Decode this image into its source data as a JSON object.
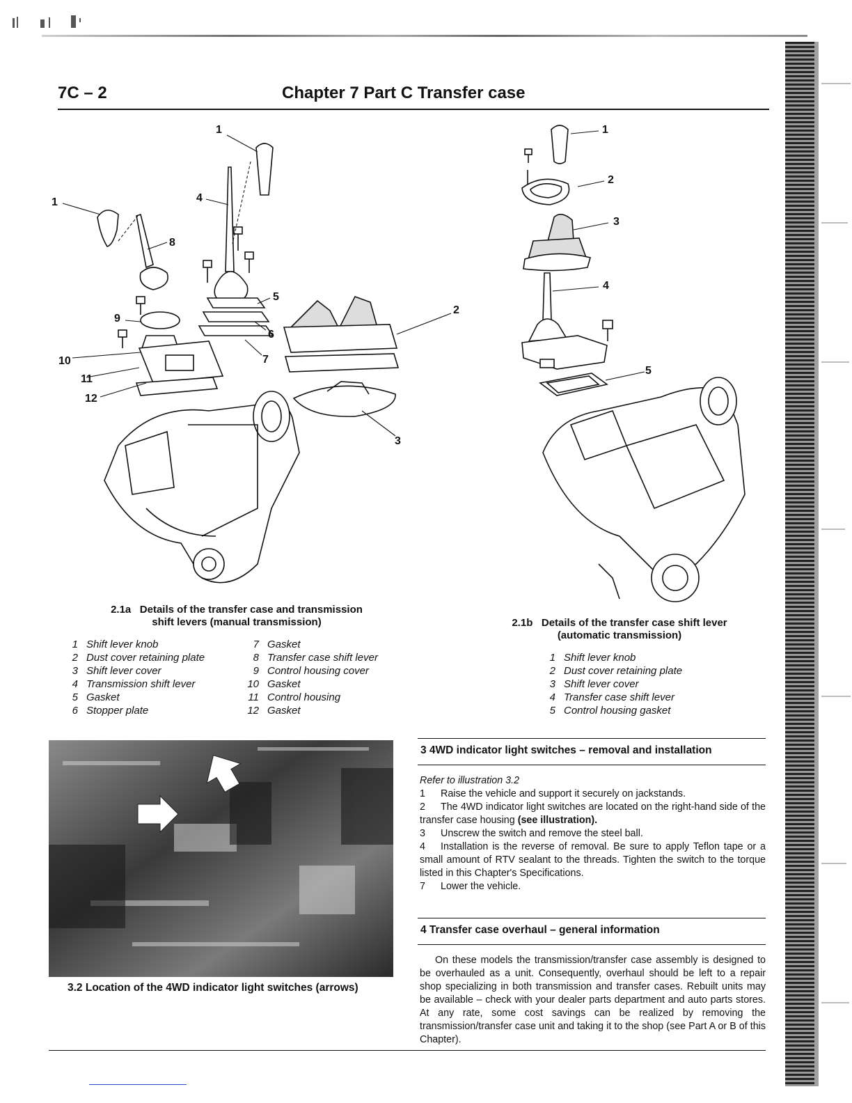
{
  "header": {
    "page_number": "7C – 2",
    "chapter_title": "Chapter 7  Part C   Transfer case"
  },
  "figure_2_1a": {
    "callouts": [
      "1",
      "1",
      "4",
      "8",
      "2",
      "5",
      "9",
      "6",
      "7",
      "10",
      "11",
      "12",
      "3"
    ],
    "caption_number": "2.1a",
    "caption_line1": "Details of the transfer case and transmission",
    "caption_line2": "shift levers (manual transmission)",
    "legend_left": [
      {
        "n": "1",
        "label": "Shift lever knob"
      },
      {
        "n": "2",
        "label": "Dust cover retaining plate"
      },
      {
        "n": "3",
        "label": "Shift lever cover"
      },
      {
        "n": "4",
        "label": "Transmission shift lever"
      },
      {
        "n": "5",
        "label": "Gasket"
      },
      {
        "n": "6",
        "label": "Stopper plate"
      }
    ],
    "legend_right": [
      {
        "n": "7",
        "label": "Gasket"
      },
      {
        "n": "8",
        "label": "Transfer case shift lever"
      },
      {
        "n": "9",
        "label": "Control housing cover"
      },
      {
        "n": "10",
        "label": "Gasket"
      },
      {
        "n": "11",
        "label": "Control housing"
      },
      {
        "n": "12",
        "label": "Gasket"
      }
    ]
  },
  "figure_2_1b": {
    "callouts": [
      "1",
      "2",
      "3",
      "4",
      "5"
    ],
    "caption_number": "2.1b",
    "caption_line1": "Details of the transfer case shift lever",
    "caption_line2": "(automatic transmission)",
    "legend": [
      {
        "n": "1",
        "label": "Shift lever knob"
      },
      {
        "n": "2",
        "label": "Dust cover retaining plate"
      },
      {
        "n": "3",
        "label": "Shift lever cover"
      },
      {
        "n": "4",
        "label": "Transfer case shift lever"
      },
      {
        "n": "5",
        "label": "Control housing gasket"
      }
    ]
  },
  "figure_3_2": {
    "caption": "3.2   Location of the 4WD indicator light switches (arrows)"
  },
  "section3": {
    "heading": "3     4WD indicator light switches – removal and installation",
    "intro": "Refer to illustration 3.2",
    "steps": [
      {
        "n": "1",
        "text": "Raise the vehicle and support it securely on jackstands."
      },
      {
        "n": "2",
        "text": "The 4WD indicator light switches are located on the right-hand side of the transfer case housing",
        "bold_tail": "(see illustration)."
      },
      {
        "n": "3",
        "text": "Unscrew the switch and remove the steel ball."
      },
      {
        "n": "4",
        "text": "Installation is the reverse of removal. Be sure to apply Teflon tape or a small amount of RTV sealant to the threads. Tighten the switch to the torque listed in this Chapter's Specifications."
      },
      {
        "n": "7",
        "text": "Lower the vehicle."
      }
    ]
  },
  "section4": {
    "heading": "4     Transfer case overhaul – general information",
    "body": "On these models the transmission/transfer case assembly is designed to be overhauled as a unit. Consequently, overhaul should be left to a repair shop specializing in both transmission and transfer cases. Rebuilt units may be available – check with your dealer parts department and auto parts stores. At any rate, some cost savings can be realized by removing the transmission/transfer case unit and taking it to the shop (see Part A or B of this Chapter)."
  }
}
